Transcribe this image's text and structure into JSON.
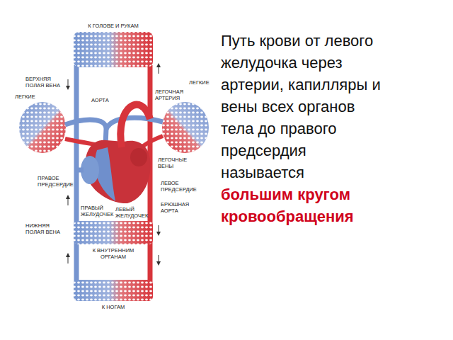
{
  "diagram": {
    "labels": [
      "К ГОЛОВЕ И РУКАМ",
      "ВЕРХНЯЯ ПОЛАЯ ВЕНА",
      "ЛЕГКИЕ",
      "АОРТА",
      "ЛЕГОЧНАЯ АРТЕРИЯ",
      "ЛЕГКИЕ",
      "ЛЕГОЧНЫЕ ВЕНЫ",
      "ПРАВОЕ ПРЕДСЕРДИЕ",
      "ПРАВЫЙ ЖЕЛУДОЧЕК",
      "ЛЕВЫЙ ЖЕЛУДОЧЕК",
      "ЛЕВОЕ ПРЕДСЕРДИЕ",
      "БРЮШНАЯ АОРТА",
      "НИЖНЯЯ ПОЛАЯ ВЕНА",
      "К ВНУТРЕННИМ ОРГАНАМ",
      "К НОГАМ",
      "Путь крови от левого желудочка через артерии, капилляры и вены всех органов тела до правого предсердия называется",
      "большим кругом кровообращения"
    ]
  }
}
